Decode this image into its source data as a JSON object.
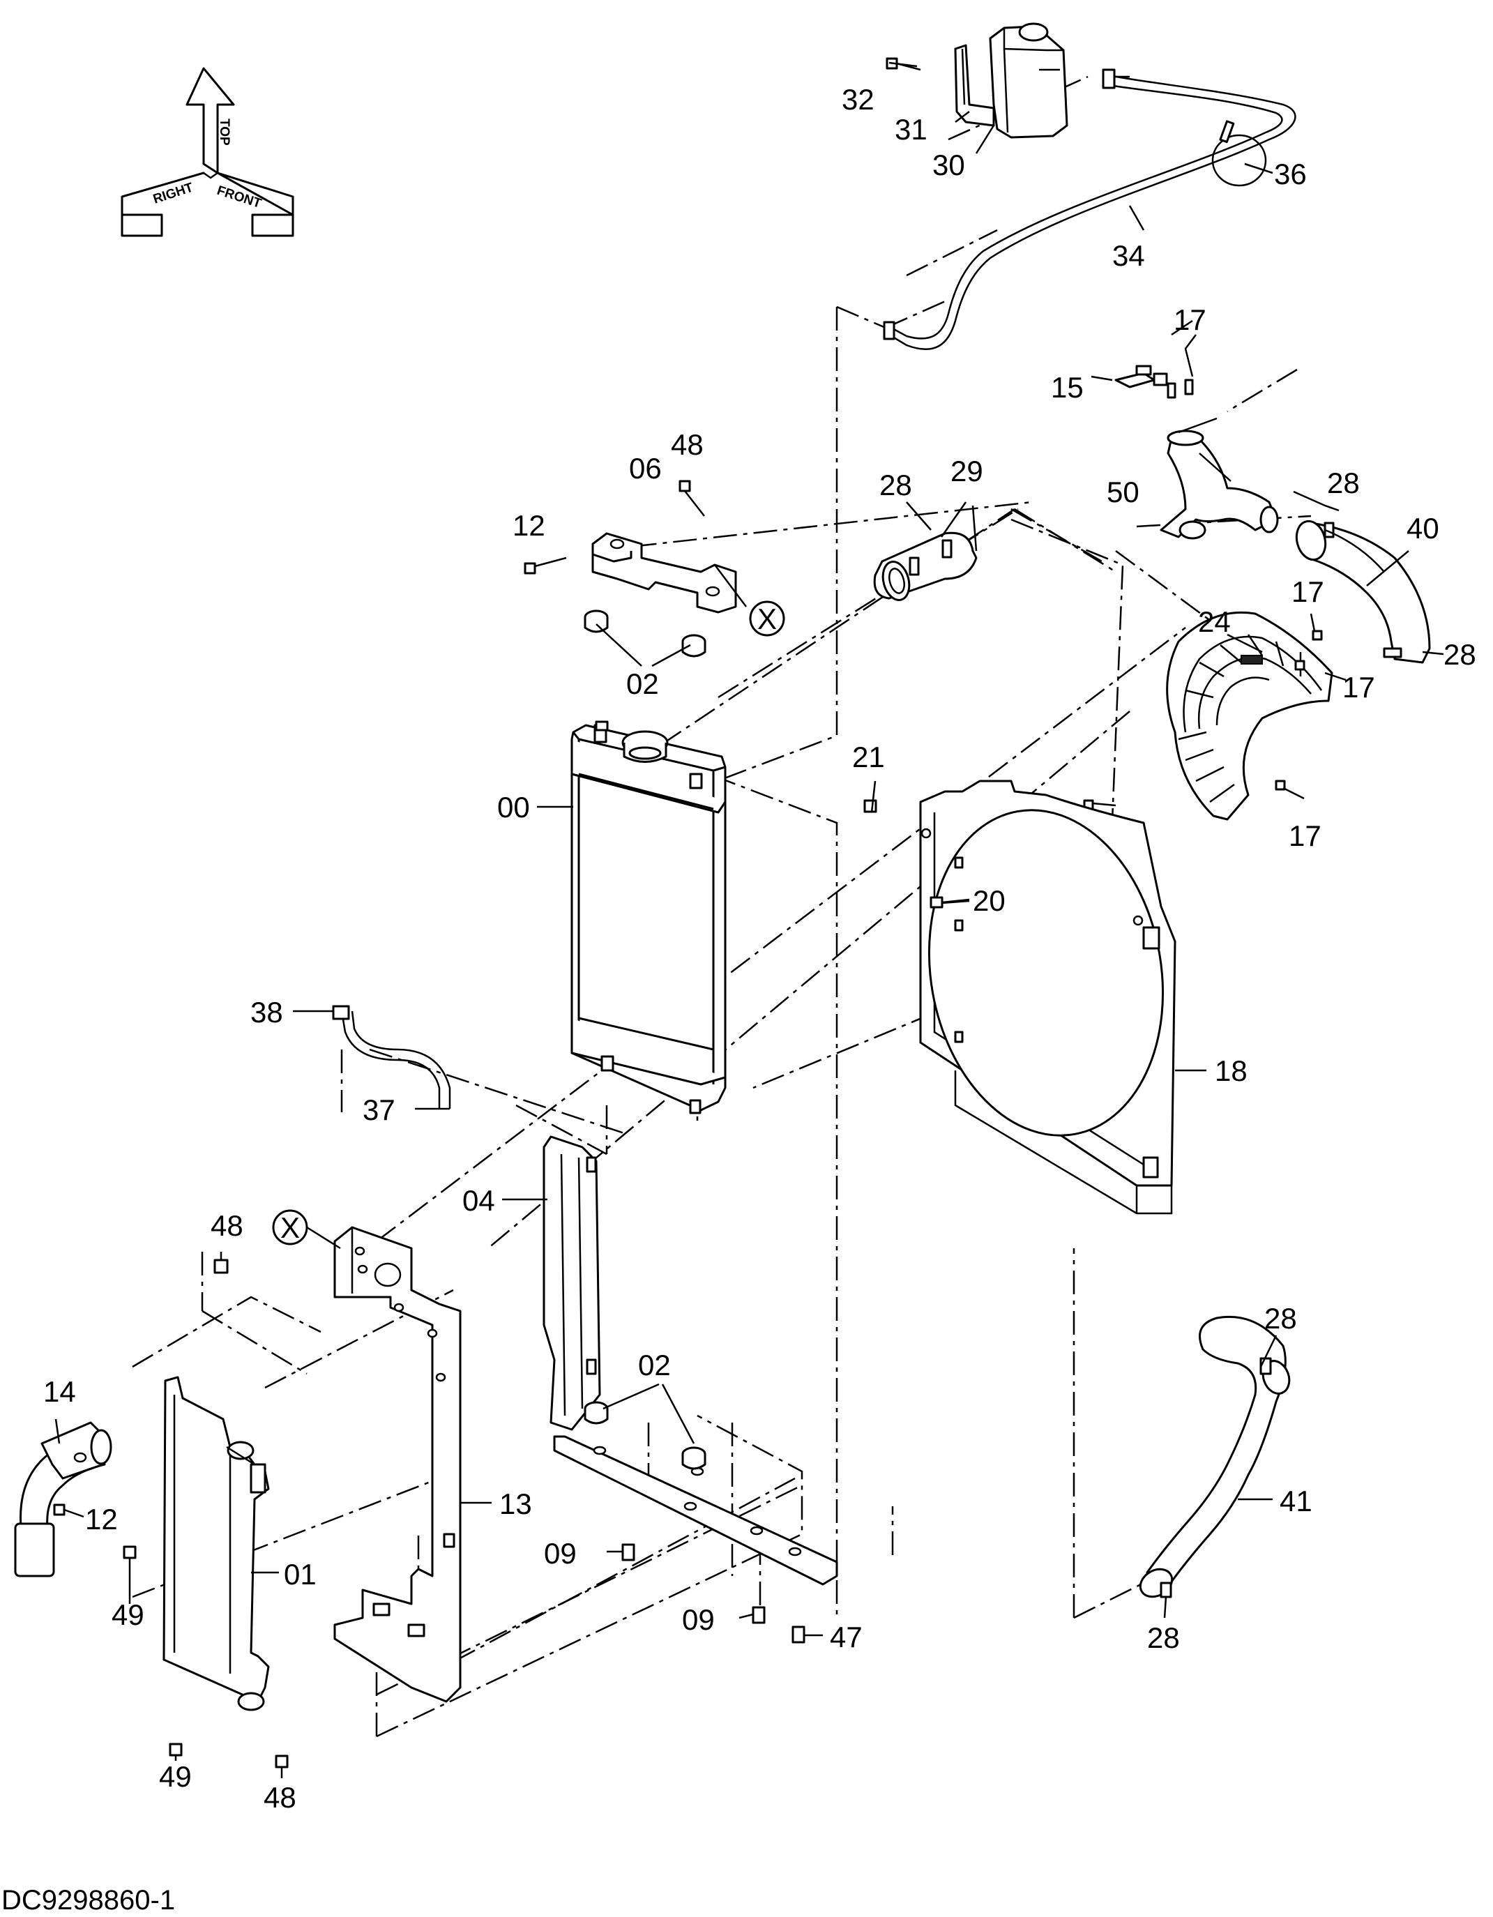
{
  "drawing": {
    "id": "DC9298860-1"
  },
  "orientation": {
    "top": "TOP",
    "right": "RIGHT",
    "front": "FRONT"
  },
  "callouts": {
    "c00": "00",
    "c01": "01",
    "c02a": "02",
    "c02b": "02",
    "c04": "04",
    "c06": "06",
    "c09a": "09",
    "c09b": "09",
    "c12a": "12",
    "c12b": "12",
    "c13": "13",
    "c14": "14",
    "c15": "15",
    "c17a": "17",
    "c17b": "17",
    "c17c": "17",
    "c17d": "17",
    "c18": "18",
    "c20": "20",
    "c21": "21",
    "c24": "24",
    "c28a": "28",
    "c28b": "28",
    "c28c": "28",
    "c28d": "28",
    "c28e": "28",
    "c29": "29",
    "c30": "30",
    "c31": "31",
    "c32": "32",
    "c34": "34",
    "c36": "36",
    "c37": "37",
    "c38": "38",
    "c40": "40",
    "c41": "41",
    "c47": "47",
    "c48a": "48",
    "c48b": "48",
    "c48c": "48",
    "c49a": "49",
    "c49b": "49",
    "c50": "50",
    "x1": "X",
    "x2": "X"
  }
}
